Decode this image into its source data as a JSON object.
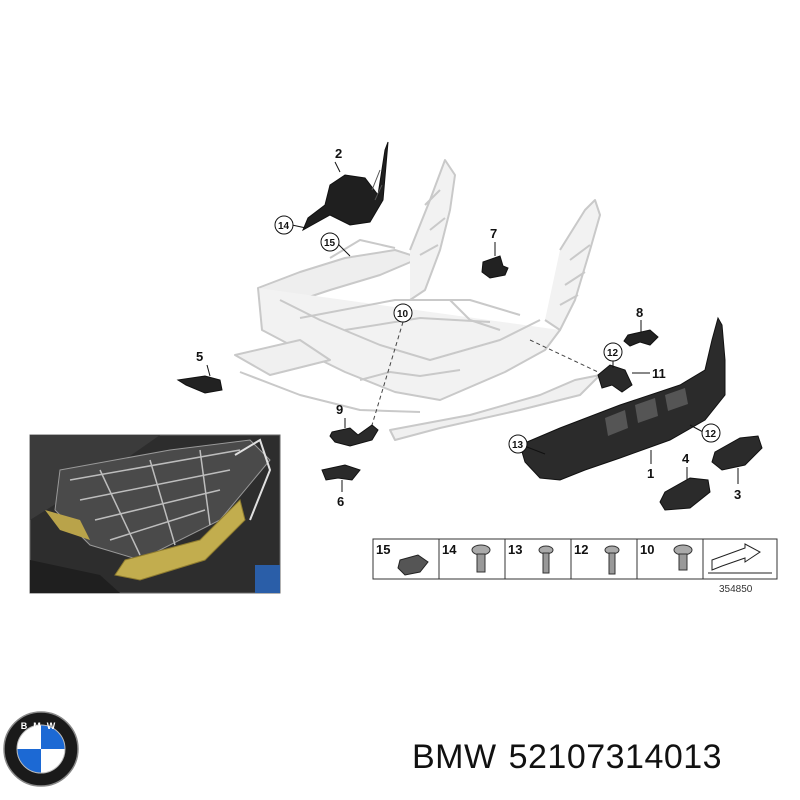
{
  "parts": {
    "p1": "1",
    "p2": "2",
    "p3": "3",
    "p4": "4",
    "p5": "5",
    "p6": "6",
    "p7": "7",
    "p8": "8",
    "p9": "9",
    "p10": "10",
    "p11": "11",
    "p12a": "12",
    "p12b": "12",
    "p13": "13",
    "p14": "14",
    "p15": "15"
  },
  "legend": {
    "items": [
      "15",
      "14",
      "13",
      "12",
      "10"
    ],
    "diagram_id": "354850"
  },
  "logo": {
    "text": "BMW",
    "colors": {
      "blue": "#1c69d4",
      "black": "#111111",
      "white": "#ffffff"
    }
  },
  "caption": {
    "brand": "BMW",
    "part_number": "52107314013"
  }
}
